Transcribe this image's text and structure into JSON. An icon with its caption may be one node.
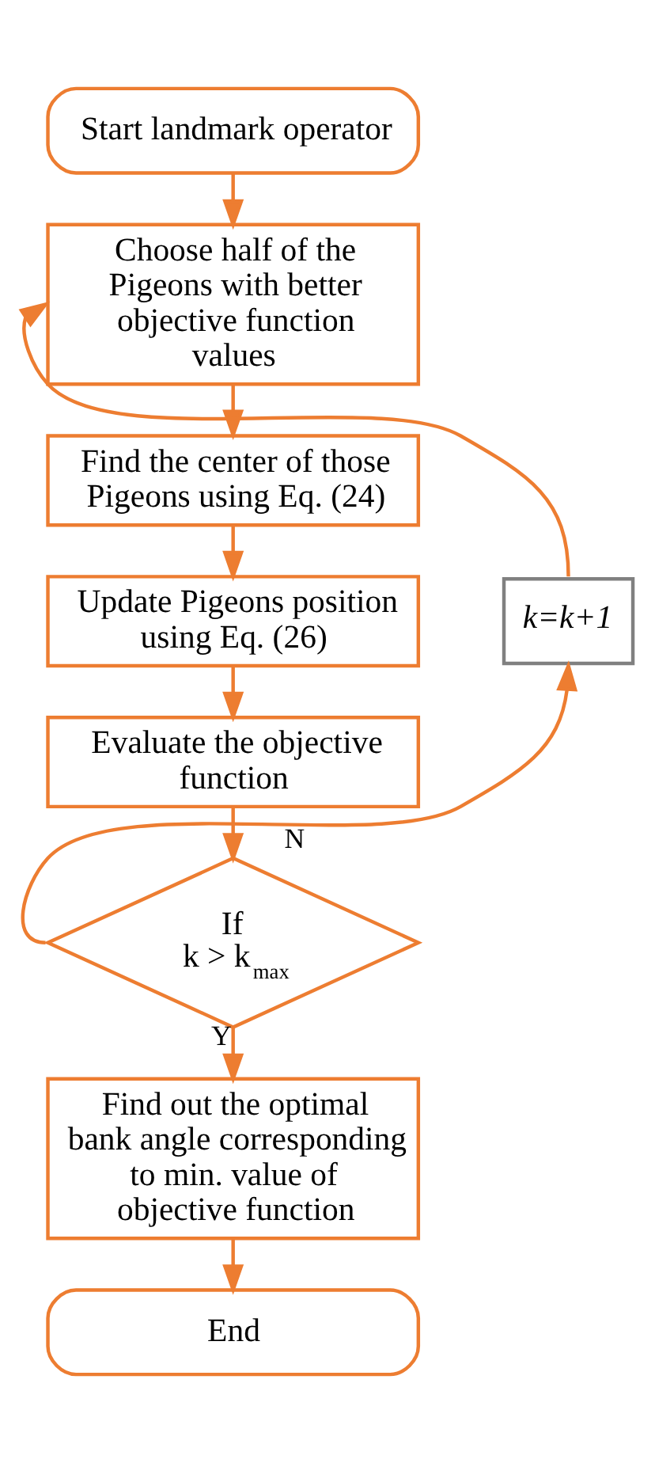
{
  "diagram": {
    "nodes": [
      {
        "text": [
          "Start landmark operator"
        ]
      },
      {
        "text": [
          "Choose half of the Pigeons with better objective function values"
        ]
      },
      {
        "text": [
          "Find the center of those Pigeons using Eq. (24)"
        ]
      },
      {
        "text": [
          "Update Pigeons position using Eq. (26)"
        ]
      },
      {
        "text": [
          "k=k+1"
        ]
      },
      {
        "text": [
          "Evaluate the objective function"
        ]
      },
      {
        "text": [
          "If",
          "k > k$_{max}$"
        ]
      },
      {
        "text": [
          "Find out the optimal bank angle corresponding to min. value of objective function"
        ]
      },
      {
        "text": [
          "End"
        ]
      }
    ],
    "edges": [
      {
        "from": 0,
        "to": 1,
        "arrow": "to"
      },
      {
        "from": 1,
        "to": 2,
        "arrow": "to"
      },
      {
        "from": 2,
        "to": 3,
        "arrow": "to"
      },
      {
        "from": 3,
        "to": 5,
        "arrow": "to"
      },
      {
        "from": 5,
        "to": 6,
        "arrow": "to"
      },
      {
        "from": 6,
        "to": 4,
        "label": "N",
        "arrow": "to"
      },
      {
        "from": 4,
        "to": 1,
        "arrow": "to"
      },
      {
        "from": 6,
        "to": 7,
        "label": "Y",
        "arrow": "to"
      },
      {
        "from": 7,
        "to": 8,
        "arrow": "to"
      }
    ]
  }
}
